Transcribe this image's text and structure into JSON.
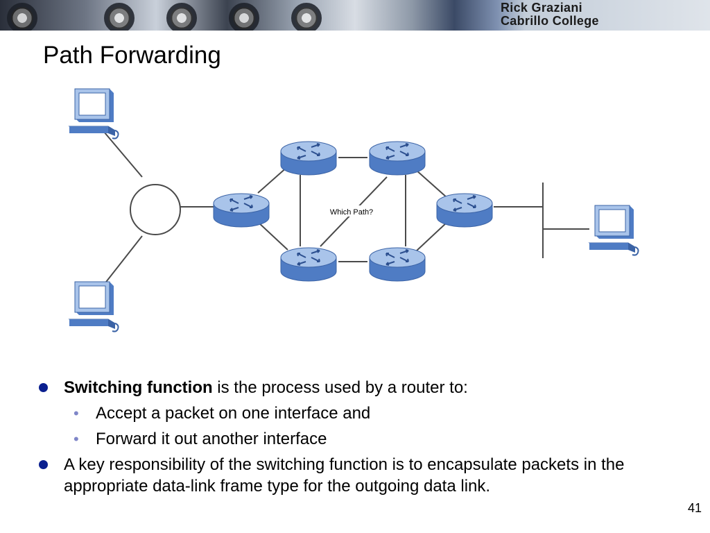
{
  "banner": {
    "line1": "Rick Graziani",
    "line2": "Cabrillo College"
  },
  "slide": {
    "title": "Path Forwarding",
    "page_number": "41"
  },
  "diagram": {
    "center_label": "Which Path?"
  },
  "bullets": [
    {
      "bold": "Switching function",
      "text": " is the process used by a router to:",
      "sub": [
        "Accept a packet on one interface and",
        "Forward it out another interface"
      ]
    },
    {
      "text": "A key responsibility of the switching function is to encapsulate packets in the appropriate data-link frame type for the outgoing data link."
    }
  ],
  "colors": {
    "router_top": "#8fb0e0",
    "router_body": "#4f7cc4",
    "bullet": "#0a1f8f",
    "sub_bullet": "#7f86c8"
  }
}
